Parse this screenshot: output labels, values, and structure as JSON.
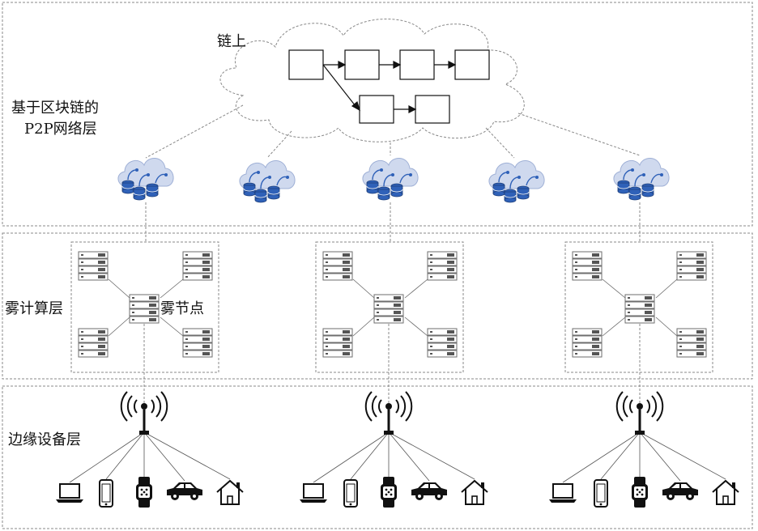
{
  "layers": {
    "blockchain_label_line1": "基于区块链的",
    "blockchain_label_line2": "P2P网络层",
    "fog_label": "雾计算层",
    "edge_label": "边缘设备层"
  },
  "chain": {
    "label": "链上"
  },
  "fog": {
    "node_label": "雾节点"
  },
  "icons": {
    "cloud_db": "cloud-database-icon",
    "server": "server-rack-icon",
    "antenna": "wireless-antenna-icon",
    "laptop": "laptop-icon",
    "phone": "smartphone-icon",
    "watch": "smartwatch-icon",
    "car": "car-icon",
    "home": "home-icon"
  },
  "colors": {
    "dashed_border": "#888888",
    "cloud_blue": "#3a6fc4",
    "cloud_light": "#c9d6ee",
    "server_gray": "#6e6e6e"
  }
}
